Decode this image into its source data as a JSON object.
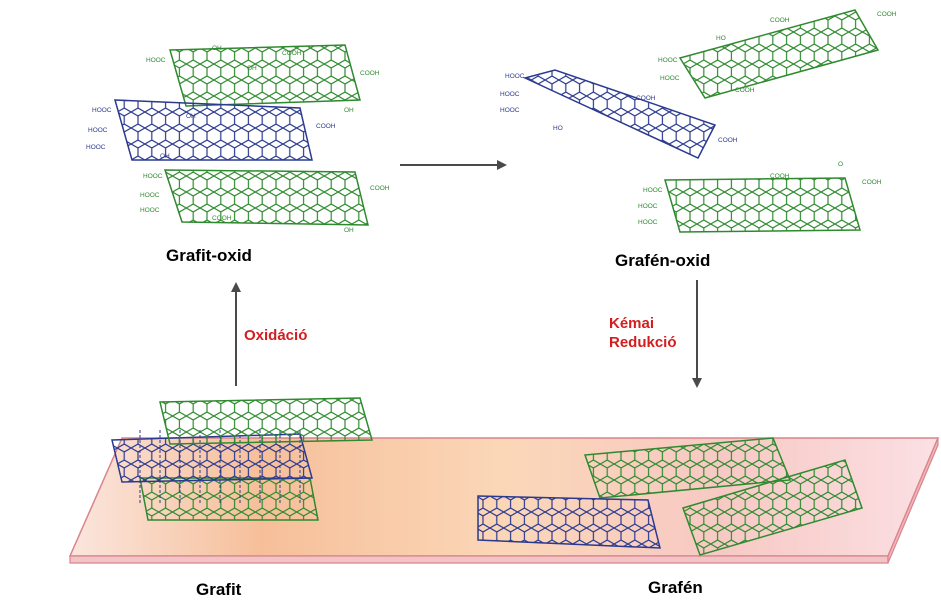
{
  "labels": {
    "graphite_oxide": "Grafit-oxid",
    "graphene_oxide": "Grafén-oxid",
    "graphite": "Grafit",
    "graphene": "Grafén",
    "oxidation": "Oxidáció",
    "chem_reduction_line1": "Kémai",
    "chem_reduction_line2": "Redukció"
  },
  "functional_groups": {
    "hydroxyl": "OH",
    "carboxyl_left": "HOOC",
    "carboxyl_right": "COOH",
    "epoxy": "O",
    "hydroxyl_alt": "HO"
  },
  "colors": {
    "green_sheet": "#2f8a2f",
    "blue_sheet": "#2b3a8f",
    "label_red": "#d21e1e",
    "arrow": "#4a4a4a",
    "substrate_edge": "#d9848a"
  }
}
